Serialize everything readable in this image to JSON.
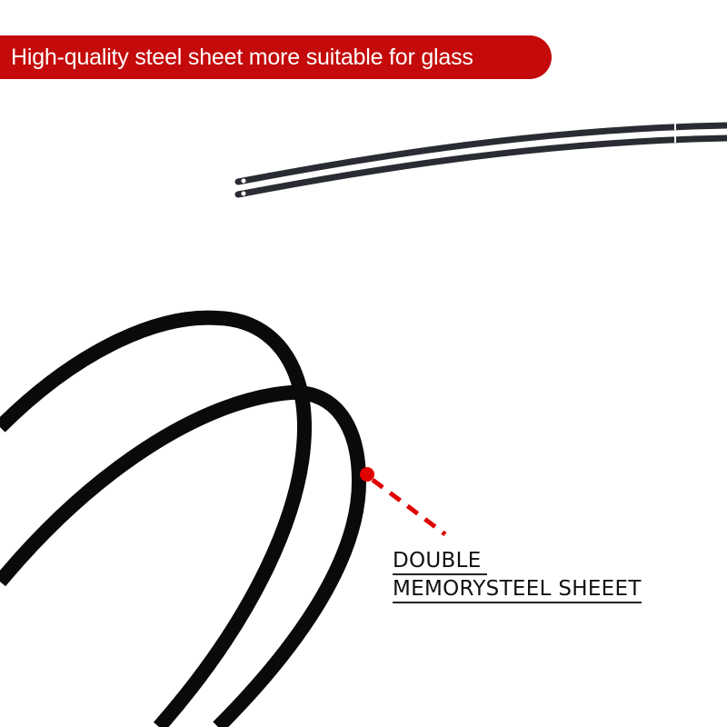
{
  "banner": {
    "text": "High-quality steel sheet more suitable for glass",
    "color": "#c40a0a"
  },
  "callout": {
    "line1": "DOUBLE",
    "line2": "MEMORYSTEEL SHEEET",
    "marker_color": "#e00000"
  },
  "images": {
    "top": "flat-steel-strips",
    "bottom": "coiled-steel-strips"
  }
}
